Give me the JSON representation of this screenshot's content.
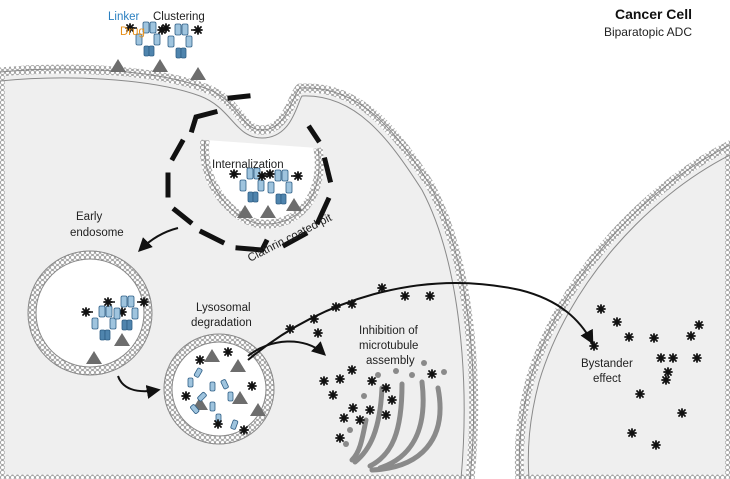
{
  "header": {
    "title": "Cancer Cell",
    "subtitle": "Biparatopic ADC"
  },
  "legend": {
    "linker": "Linker",
    "drug": "Drug",
    "clustering": "Clustering"
  },
  "labels": {
    "internalization": "Internalization",
    "early_endosome_1": "Early",
    "early_endosome_2": "endosome",
    "clathrin": "Clathrin coated pit",
    "lysosomal_1": "Lysosomal",
    "lysosomal_2": "degradation",
    "inhibition_1": "Inhibition of",
    "inhibition_2": "microtubule",
    "inhibition_3": "assembly",
    "bystander_1": "Bystander",
    "bystander_2": "effect"
  },
  "colors": {
    "linker_text": "#2a7fc0",
    "drug_text": "#e8911b",
    "cell_fill": "#efefef",
    "membrane": "#9a9a9a",
    "antibody": "#9fc4de",
    "antibody_dark": "#4f84ad",
    "clathrin": "#111111",
    "antigen": "#6d6d6d"
  }
}
